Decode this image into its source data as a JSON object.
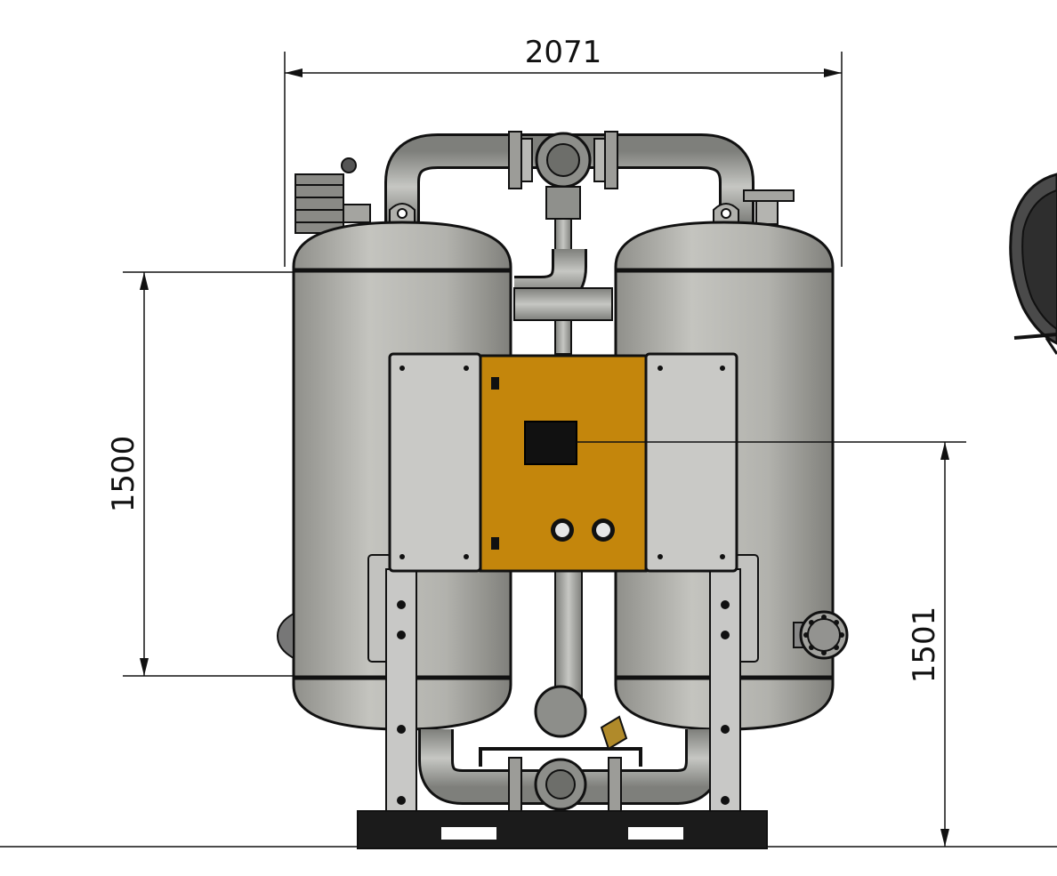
{
  "dimensions": {
    "overall_width": "2071",
    "vessel_height": "1500",
    "display_height": "1501"
  },
  "colors": {
    "vessel": "#b7b7b1",
    "vessel_dark": "#8a8a85",
    "panel": "#c9c9c6",
    "cabinet": "#c4860c",
    "pipe": "#a9aaa6",
    "frame": "#c8c8c6",
    "pallet": "#1b1b1b",
    "line": "#111111"
  }
}
